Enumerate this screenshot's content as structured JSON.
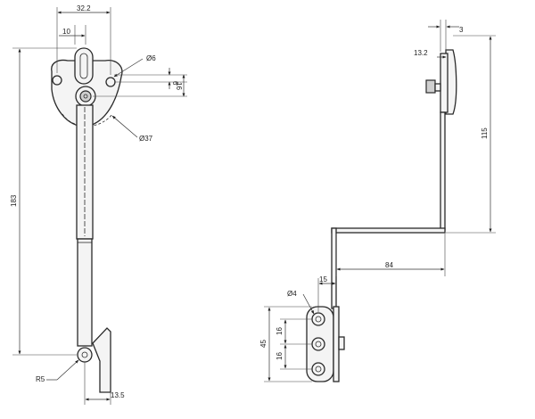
{
  "dimensions": {
    "total_width": "32.2",
    "slot_offset": "10",
    "hole_diameter": "Ø6",
    "hole_gap": "6",
    "hole_pitch": "16",
    "plate_diameter": "Ø37",
    "arm_length": "183",
    "end_radius": "R5",
    "end_width": "13.5",
    "side_gap": "3",
    "side_offset": "13.2",
    "side_height": "115",
    "side_depth": "84",
    "foot_offset": "15",
    "foot_hole_diameter": "Ø4",
    "foot_pitch_1": "16",
    "foot_pitch_2": "16",
    "foot_height": "45"
  }
}
